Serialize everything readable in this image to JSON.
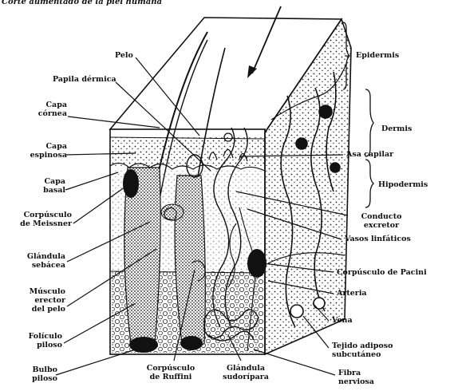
{
  "title": "Corte aumentado de la piel humana",
  "labels": {
    "pelo": "Pelo",
    "papila_dermica": "Papila dérmica",
    "capa_cornea": "Capa\ncórnea",
    "capa_espinosa": "Capa\nespinosa",
    "capa_basal": "Capa\nbasal",
    "corpusculo_meissner": "Corpúsculo\nde Meissner",
    "glandula_sebacea": "Glándula\nsebácea",
    "musculo_erector": "Músculo\nerector\ndel pelo",
    "foliculo_piloso": "Folículo\npiloso",
    "bulbo_piloso": "Bulbo\npiloso",
    "corpusculo_ruffini": "Corpúsculo\nde Ruffini",
    "glandula_sudoripara": "Glándula\nsudorípara",
    "fibra_nerviosa": "Fibra\nnerviosa",
    "tejido_adiposo": "Tejido adiposo\nsubcutáneo",
    "vena": "Vena",
    "arteria": "Arteria",
    "corpusculo_pacini": "Corpúsculo de Pacini",
    "vasos_linfaticos": "Vasos linfáticos",
    "conducto_excretor": "Conducto\nexcretor",
    "asa_capilar": "Asa capilar",
    "epidermis": "Epidermis",
    "dermis": "Dermis",
    "hipodermis": "Hipodermis"
  }
}
